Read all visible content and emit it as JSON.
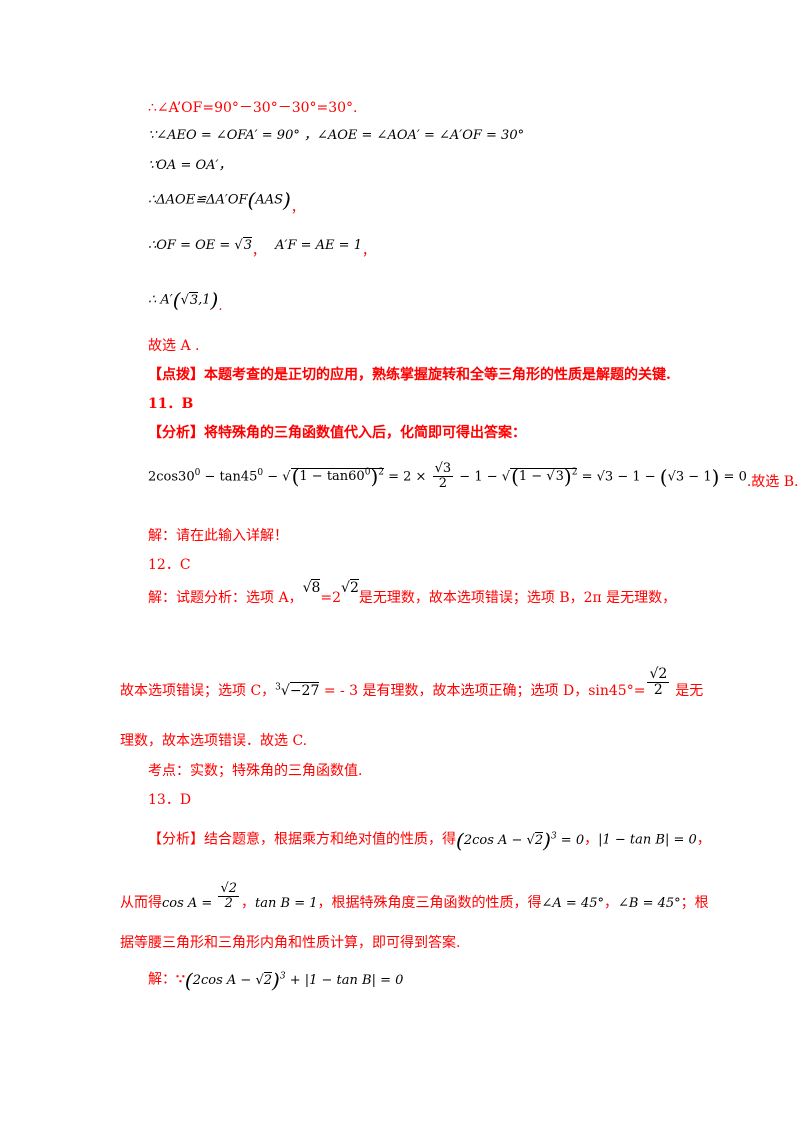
{
  "lines": {
    "l1": "∴∠A’OF=90°－30°－30°=30°.",
    "l2": "∵∠AEO = ∠OFA′ = 90° ，∠AOE = ∠AOA′ = ∠A′OF = 30°",
    "l3": "∵OA = OA′，",
    "l4a": "∴ΔAOE≌ΔA′OF",
    "l4b": "AAS",
    "l4c": "，",
    "l5a": "∴OF = OE = ",
    "l5b": "3",
    "l5c": "，",
    "l5d": "A′F = AE = 1",
    "l5e": "，",
    "l6a": "∴ A′",
    "l6b": "3",
    "l6c": ",1",
    "l6d": ".",
    "l7": "故选 A .",
    "l8": "【点拨】本题考查的是正切的应用，熟练掌握旋转和全等三角形的性质是解题的关键.",
    "l9": "11．B",
    "l10": "【分析】将特殊角的三角函数值代入后，化简即可得出答案：",
    "eq1": {
      "p1": "2cos30",
      "sup0": "0",
      "p2": " − tan45",
      "p3": " − ",
      "p4": "1 − tan60",
      "p5": "2",
      "p6": " = 2 × ",
      "fnum": "3",
      "fden": "2",
      "p7": " − 1 − ",
      "p8": "1 − ",
      "p9": "3",
      "p10": " = ",
      "p11": "3",
      "p12": " − 1 − ",
      "p13": "3",
      "p14": " − 1",
      "p15": " = 0",
      "tail": ".故选 B."
    },
    "l11": "解：请在此输入详解！",
    "l12": "12．C",
    "l13a": "解：试题分析：选项 A，",
    "l13b": "8",
    "l13c": "=2",
    "l13d": "2",
    "l13e": "是无理数，故本选项错误；选项 B，2π 是无理数，",
    "l14a": "故本选项错误；选项 C，",
    "l14b": "3",
    "l14c": "−27",
    "l14d": " = - 3 是有理数，故本选项正确；选项 D，sin45°=",
    "l14num": "2",
    "l14den": "2",
    "l14e": "是无",
    "l15": "理数，故本选项错误．故选 C.",
    "l16": "考点：实数；特殊角的三角函数值.",
    "l17": "13．D",
    "l18a": "【分析】结合题意，根据乘方和绝对值的性质，得",
    "l18b": "2cos A − ",
    "l18c": "2",
    "l18d": "3",
    "l18e": " = 0",
    "l18f": "，",
    "l18g": "|1 − tan B| = 0",
    "l18h": "，",
    "l19a": "从而得",
    "l19b": "cos A = ",
    "l19num": "2",
    "l19den": "2",
    "l19c": "，",
    "l19d": "tan B = 1",
    "l19e": "，根据特殊角度三角函数的性质，得",
    "l19f": "∠A = 45°",
    "l19g": "，",
    "l19h": "∠B = 45°",
    "l19i": "；根",
    "l20": "据等腰三角形和三角形内角和性质计算，即可得到答案.",
    "l21a": "解：",
    "l21b": "∵",
    "l21c": "2cos A − ",
    "l21d": "2",
    "l21e": "3",
    "l21f": " + |1 − tan B| = 0"
  }
}
